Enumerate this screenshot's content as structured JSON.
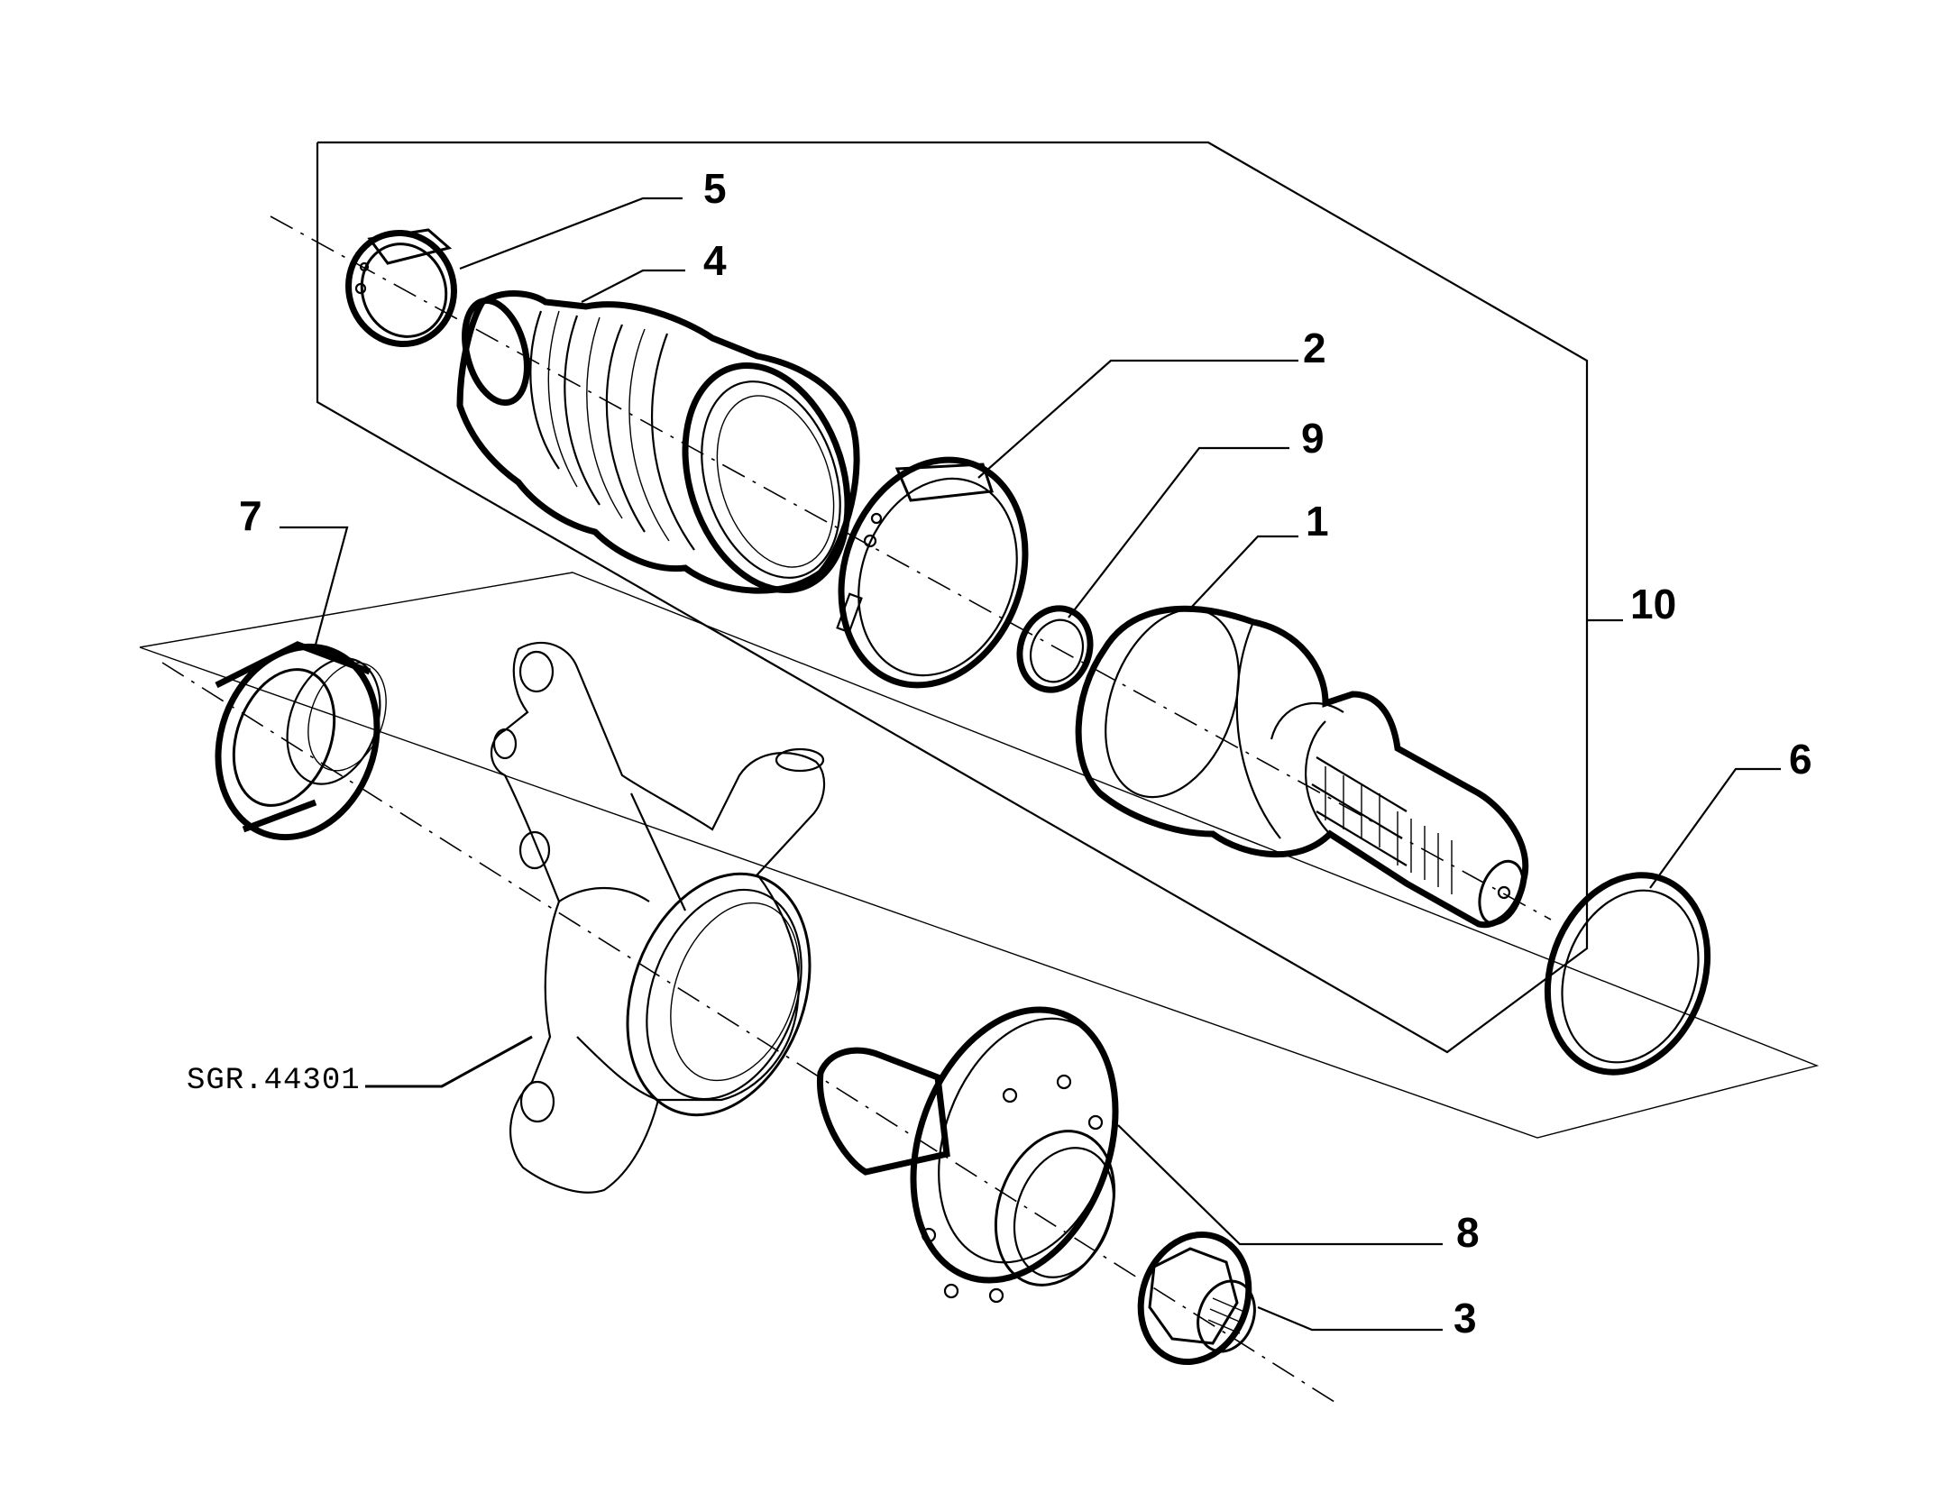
{
  "callouts": [
    {
      "id": "1",
      "label": "1"
    },
    {
      "id": "2",
      "label": "2"
    },
    {
      "id": "3",
      "label": "3"
    },
    {
      "id": "4",
      "label": "4"
    },
    {
      "id": "5",
      "label": "5"
    },
    {
      "id": "6",
      "label": "6"
    },
    {
      "id": "7",
      "label": "7"
    },
    {
      "id": "8",
      "label": "8"
    },
    {
      "id": "9",
      "label": "9"
    },
    {
      "id": "10",
      "label": "10"
    }
  ],
  "reference_code": "SGR.44301"
}
